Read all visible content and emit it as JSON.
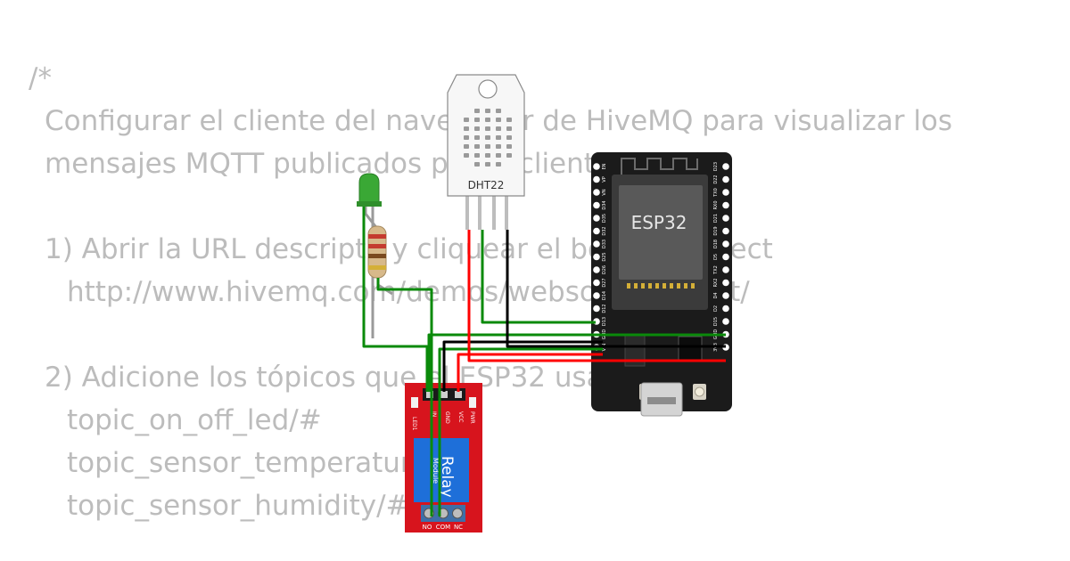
{
  "comment": {
    "lines": [
      "/*",
      "Configurar el cliente del navegador de HiveMQ para visualizar los",
      "mensajes MQTT publicados por el cliente ESP32",
      "1) Abrir la URL descripta y cliquear el botón Connect",
      "http://www.hivemq.com/demos/websocket-client/",
      "2) Adicione los tópicos que el ESP32 usa:",
      "topic_on_off_led/#",
      "topic_sensor_temperature/#",
      "topic_sensor_humidity/#"
    ]
  },
  "components": {
    "dht22": {
      "label": "DHT22"
    },
    "esp32": {
      "label": "ESP32",
      "left_pins": [
        "EN",
        "VP",
        "VN",
        "D34",
        "D35",
        "D32",
        "D33",
        "D25",
        "D26",
        "D27",
        "D14",
        "D12",
        "D13",
        "GND",
        "VIN"
      ],
      "right_pins": [
        "D23",
        "D22",
        "TX0",
        "RX0",
        "D21",
        "D19",
        "D18",
        "D5",
        "TX2",
        "RX2",
        "D4",
        "D2",
        "D15",
        "GND",
        "3V3"
      ]
    },
    "relay": {
      "title": "Relay",
      "subtitle": "Module",
      "top_pins": [
        "IN",
        "GND",
        "VCC"
      ],
      "bottom_pins": [
        "NO",
        "COM",
        "NC"
      ],
      "led1_label": "LED1",
      "pwr_label": "PWR"
    }
  },
  "colors": {
    "wire_green": "#0a8a0a",
    "wire_red": "#ff0000",
    "wire_black": "#000000",
    "relay_board": "#d7141d",
    "relay_block": "#1e6fd9",
    "esp32_board": "#1b1b1b",
    "esp32_module": "#5a5a5a",
    "led": "#3aa835"
  }
}
